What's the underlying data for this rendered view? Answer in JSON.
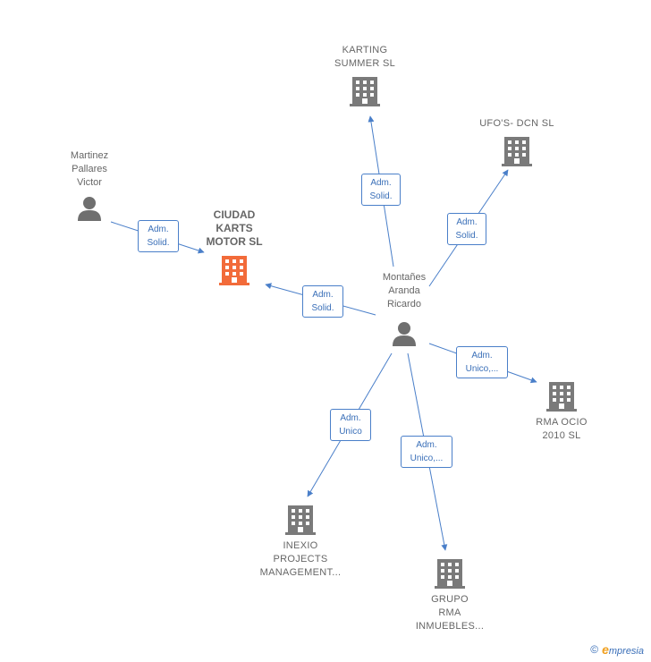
{
  "colors": {
    "edge": "#4a7fc9",
    "building": "#7a7a7a",
    "focus_building": "#f26b3a",
    "person": "#6f6f6f"
  },
  "nodes": {
    "person_martinez": {
      "label": "Martinez\nPallares\nVictor",
      "icon": "person-icon"
    },
    "company_ciudad": {
      "label": "CIUDAD\nKARTS\nMOTOR  SL",
      "icon": "building-icon"
    },
    "company_karting": {
      "label": "KARTING\nSUMMER  SL",
      "icon": "building-icon"
    },
    "company_ufos": {
      "label": "UFO'S- DCN  SL",
      "icon": "building-icon"
    },
    "person_montanes": {
      "label": "Montañes\nAranda\nRicardo",
      "icon": "person-icon"
    },
    "company_rma_ocio": {
      "label": "RMA OCIO\n2010  SL",
      "icon": "building-icon"
    },
    "company_inexio": {
      "label": "INEXIO\nPROJECTS\nMANAGEMENT...",
      "icon": "building-icon"
    },
    "company_grupo_rma": {
      "label": "GRUPO\nRMA\nINMUEBLES...",
      "icon": "building-icon"
    }
  },
  "edges": {
    "martinez_ciudad": "Adm.\nSolid.",
    "montanes_ciudad": "Adm.\nSolid.",
    "montanes_karting": "Adm.\nSolid.",
    "montanes_ufos": "Adm.\nSolid.",
    "montanes_rma_ocio": "Adm.\nUnico,...",
    "montanes_inexio": "Adm.\nUnico",
    "montanes_grupo_rma": "Adm.\nUnico,..."
  },
  "footer": {
    "copyright_symbol": "©",
    "brand_initial": "e",
    "brand_rest": "mpresia"
  }
}
